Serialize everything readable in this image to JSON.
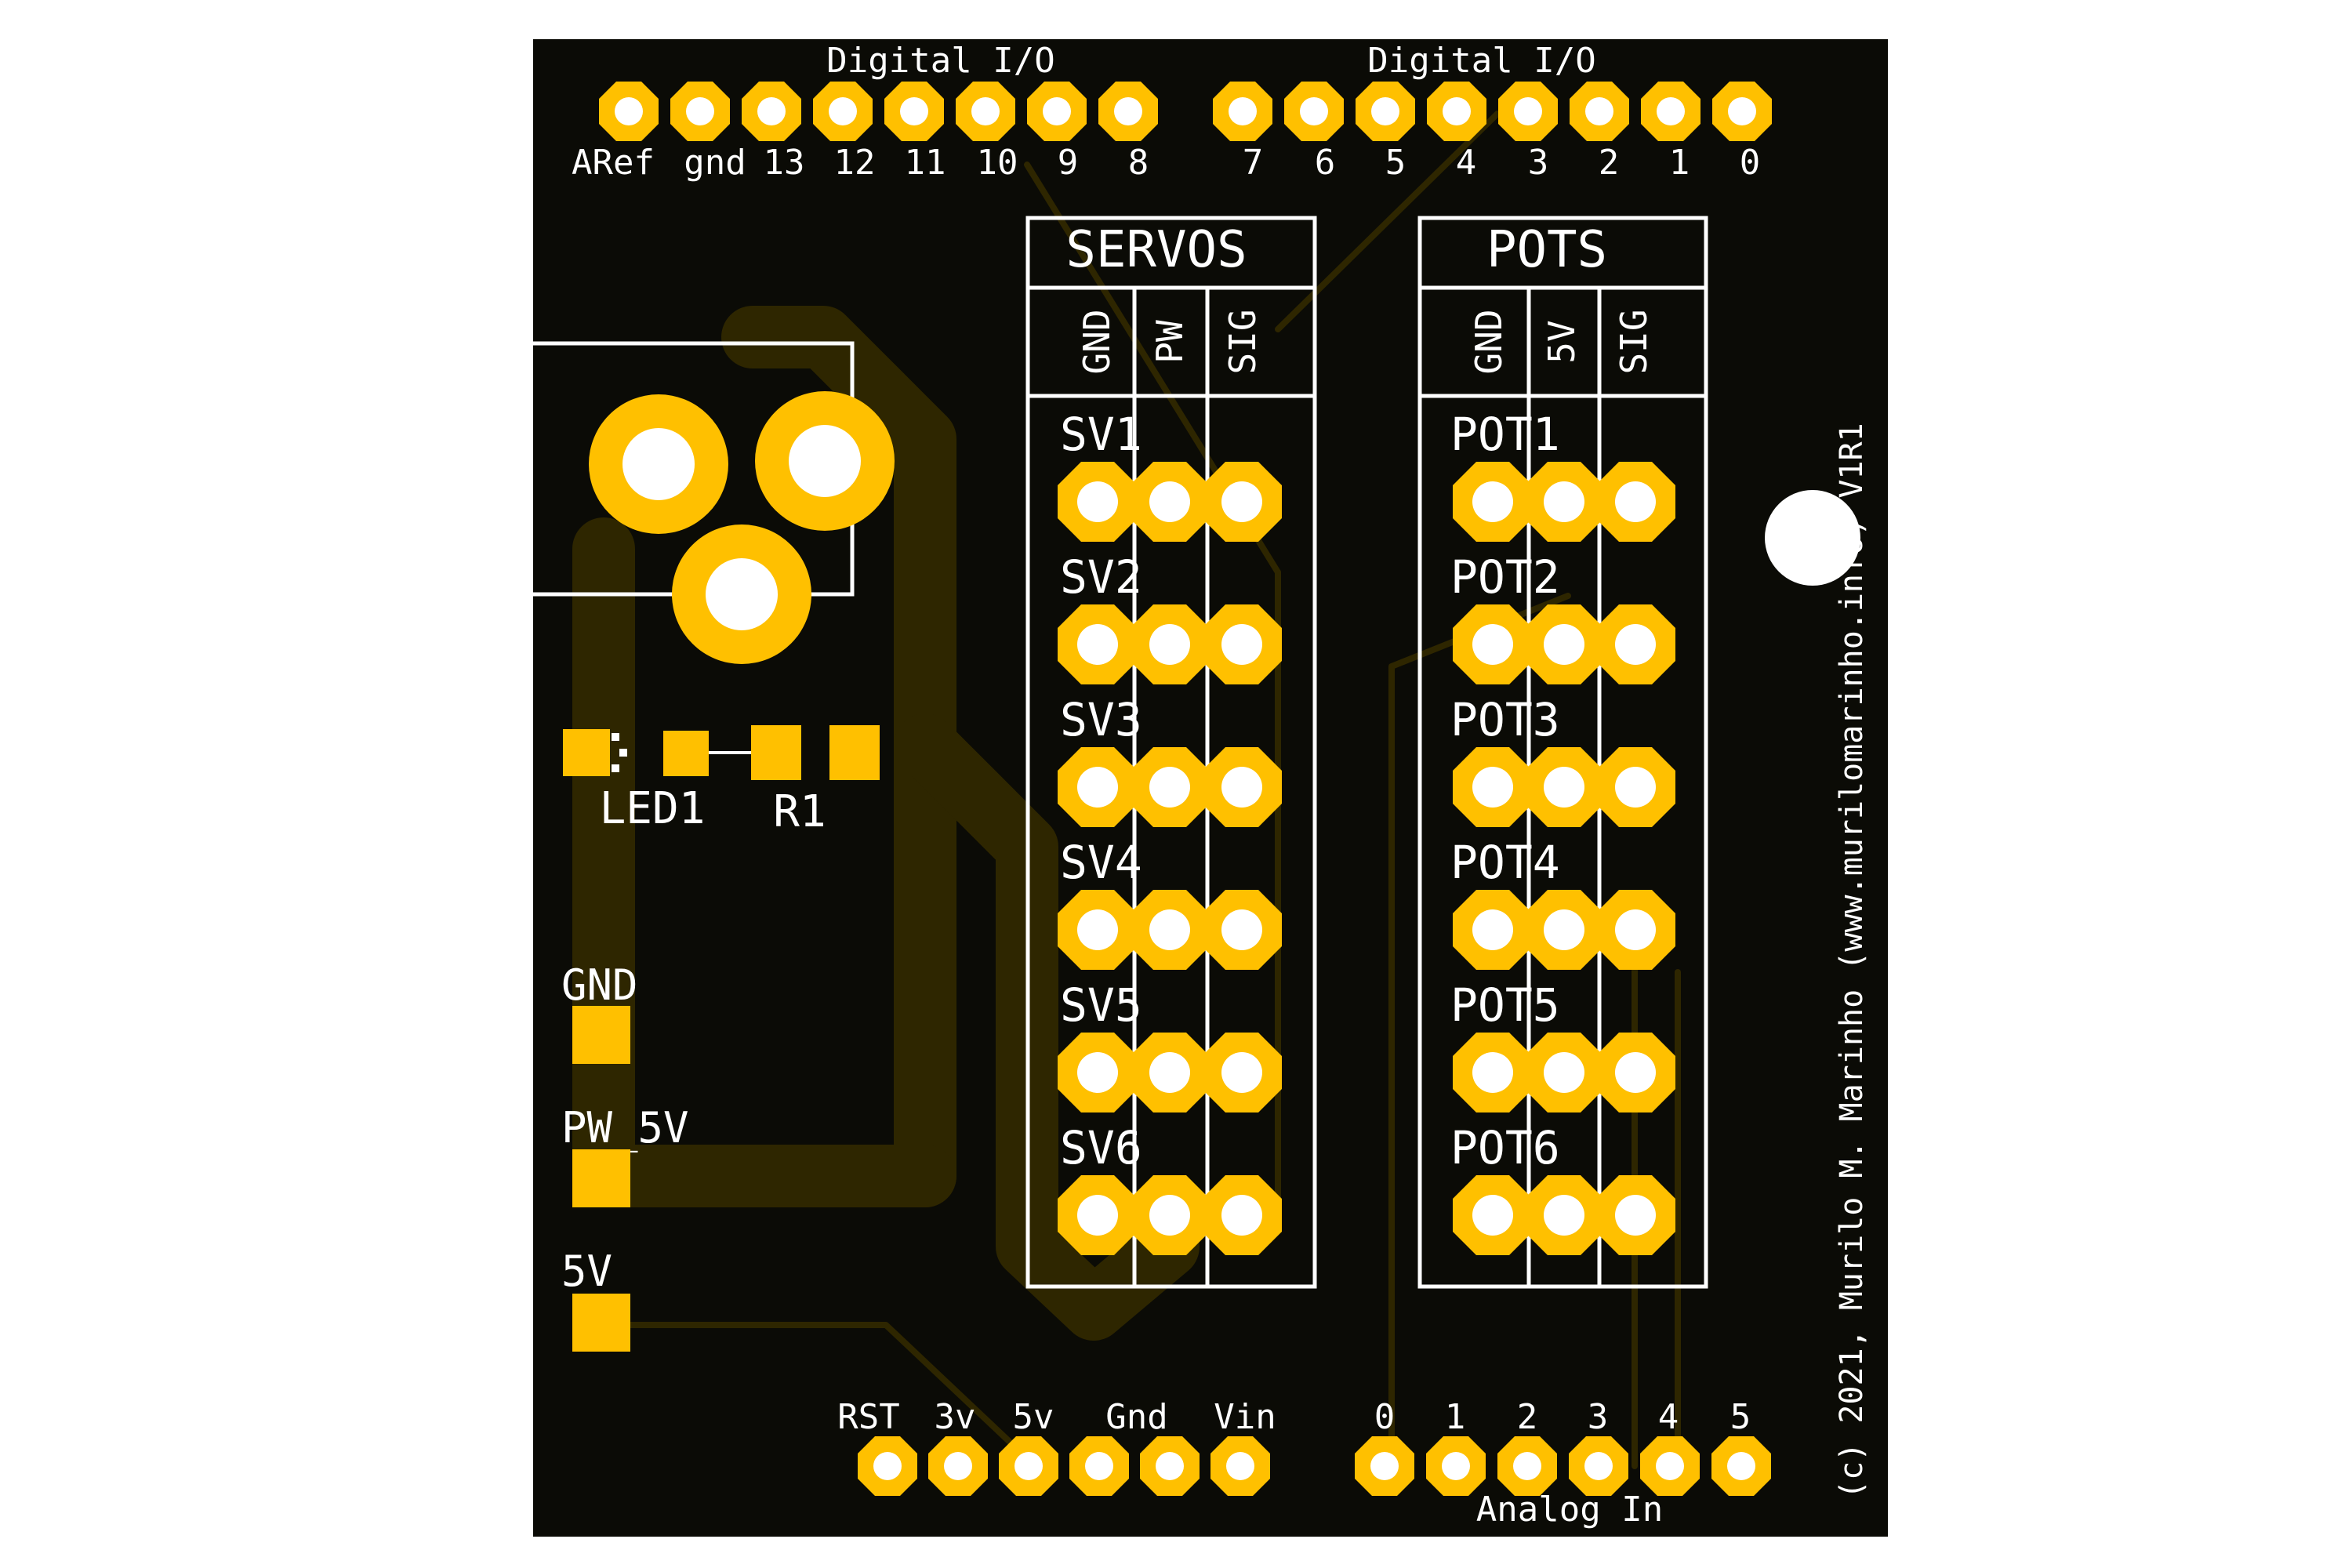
{
  "colors": {
    "board": "#0b0b06",
    "copper": "#ffc000",
    "silk": "#ffffff",
    "trace": "#2e2600",
    "hole": "#ffffff"
  },
  "header_top": {
    "left_title": "Digital I/O",
    "right_title": "Digital I/O",
    "left_pins": [
      "ARef",
      "gnd",
      "13",
      "12",
      "11",
      "10",
      "9",
      "8"
    ],
    "right_pins": [
      "7",
      "6",
      "5",
      "4",
      "3",
      "2",
      "1",
      "0"
    ]
  },
  "servos": {
    "title": "SERVOS",
    "columns": [
      "GND",
      "PW",
      "SIG"
    ],
    "rows": [
      "SV1",
      "SV2",
      "SV3",
      "SV4",
      "SV5",
      "SV6"
    ]
  },
  "pots": {
    "title": "POTS",
    "columns": [
      "GND",
      "5V",
      "SIG"
    ],
    "rows": [
      "POT1",
      "POT2",
      "POT3",
      "POT4",
      "POT5",
      "POT6"
    ]
  },
  "components": {
    "led": "LED1",
    "resistor": "R1"
  },
  "power_pads": [
    "GND",
    "PW_5V",
    "5V"
  ],
  "header_bottom": {
    "power_pins": [
      "RST",
      "3v",
      "5v",
      "Gnd",
      "Vin"
    ],
    "analog_pins": [
      "0",
      "1",
      "2",
      "3",
      "4",
      "5"
    ],
    "analog_title": "Analog In"
  },
  "copyright": "(c) 2021, Murilo M. Marinho (www.murilomarinho.info) V1R1"
}
